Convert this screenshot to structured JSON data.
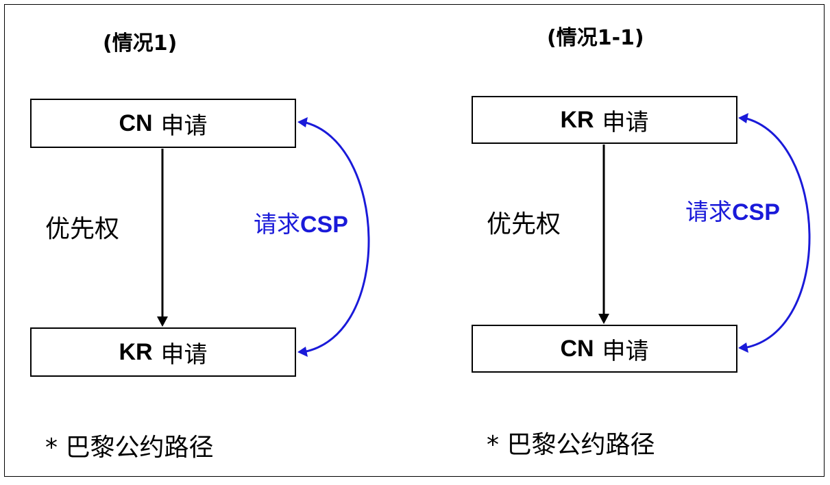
{
  "left": {
    "title": "(情况1)",
    "top_box": {
      "code": "CN",
      "text": "申请"
    },
    "bottom_box": {
      "code": "KR",
      "text": "申请"
    },
    "priority_label": "优先权",
    "request_label": "请求",
    "request_code": "CSP",
    "note": "* 巴黎公约路径"
  },
  "right": {
    "title": "(情况1-1)",
    "top_box": {
      "code": "KR",
      "text": "申请"
    },
    "bottom_box": {
      "code": "CN",
      "text": "申请"
    },
    "priority_label": "优先权",
    "request_label": "请求",
    "request_code": "CSP",
    "note": "* 巴黎公约路径"
  },
  "colors": {
    "request_arrow": "#1a1ad9",
    "priority_arrow": "#000000"
  }
}
